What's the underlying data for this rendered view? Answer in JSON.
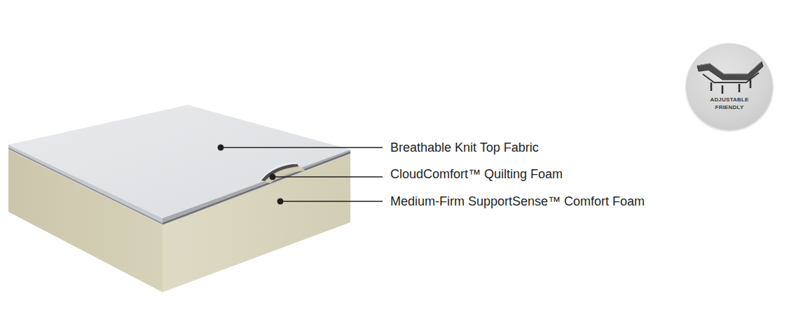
{
  "diagram": {
    "nodes": [
      {
        "text": [
          "ADJUSTABLE FRIENDLY"
        ]
      }
    ],
    "labels": [
      "Breathable Knit Top Fabric",
      "CloudComfort™ Quilting Foam",
      "Medium-Firm SupportSense™ Comfort Foam"
    ]
  }
}
